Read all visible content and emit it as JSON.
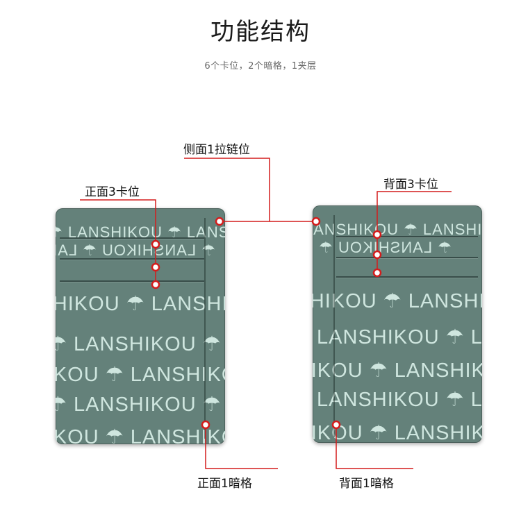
{
  "header": {
    "title": "功能结构",
    "subtitle": "6个卡位，2个暗格，1夹层"
  },
  "callouts": {
    "side_zipper": "侧面1拉链位",
    "front_cards": "正面3卡位",
    "back_cards": "背面3卡位",
    "front_pocket": "正面1暗格",
    "back_pocket": "背面1暗格"
  },
  "wallet_print": {
    "text": "☂ LANSHIKOU ☂ LANSHIKOU ☂ LANSHIKOU",
    "color": "#64817a"
  },
  "colors": {
    "leader": "#d41c1c",
    "wallet": "#64817a",
    "print": "#cfe6df"
  }
}
